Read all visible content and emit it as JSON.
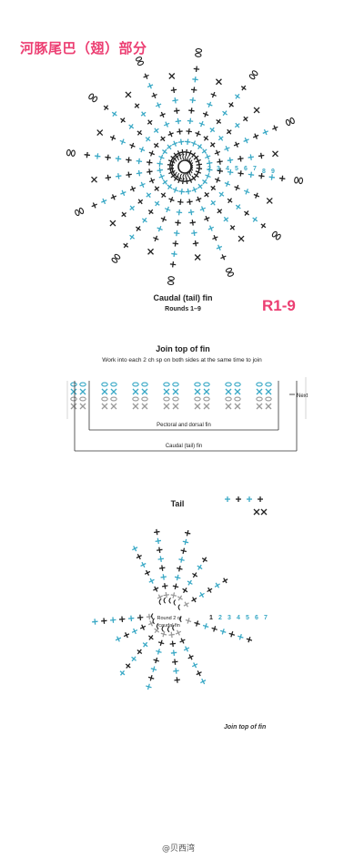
{
  "colors": {
    "accent": "#ec3e72",
    "stitch_blue": "#3aa9c6",
    "stitch_dark": "#222222",
    "stitch_gray": "#9a9a9a"
  },
  "header": {
    "title": "河豚尾巴（翅）部分"
  },
  "figure1": {
    "title": "Caudal (tail) fin",
    "subtitle": "Rounds 1–9",
    "tag": "R1-9",
    "round_numbers": [
      "2",
      "3",
      "4",
      "5",
      "6",
      "7",
      "8",
      "9"
    ]
  },
  "figure2": {
    "title": "Join top of fin",
    "instruction": "Work into each 2 ch sp on both sides at the same time to join",
    "next_label": "Next",
    "pectoral_label": "Pectoral and dorsal fin",
    "caudal_label": "Caudal (tail) fin"
  },
  "figure3": {
    "title": "Tail",
    "center_label_line1": "Round 2 of",
    "center_label_line2": "caudal fin",
    "round_numbers": [
      "1",
      "2",
      "3",
      "4",
      "5",
      "6",
      "7"
    ],
    "partial_label": "Join top of fin"
  },
  "footer": {
    "watermark": "@贝西湾"
  }
}
